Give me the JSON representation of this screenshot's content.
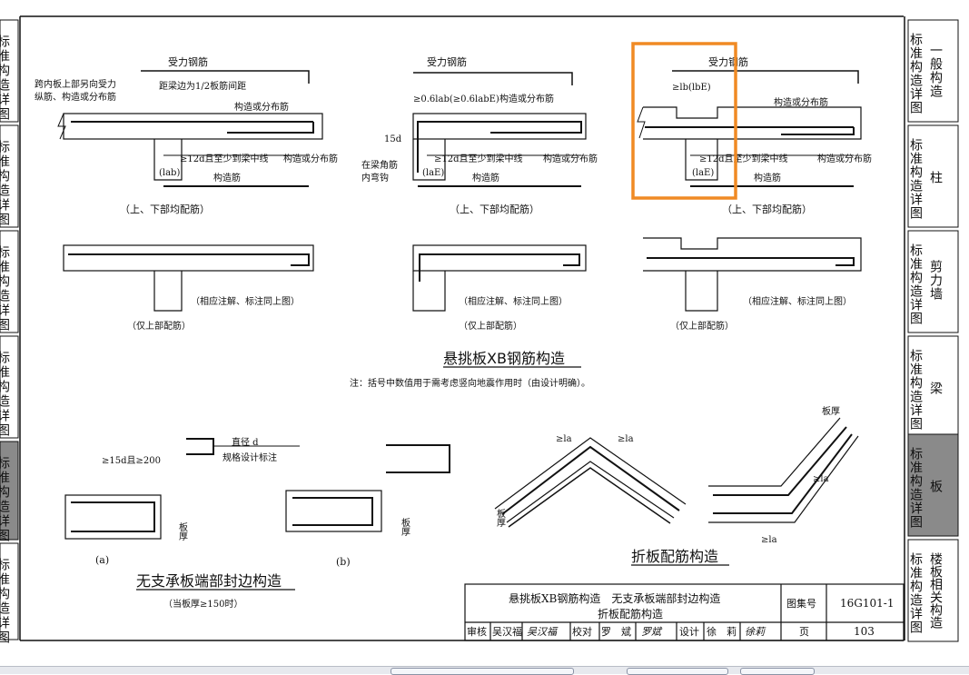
{
  "left_tabs": [
    "标准构造详图",
    "标准构造详图",
    "标准构造详图",
    "标准构造详图",
    "标准构造详图",
    "标准构造详图"
  ],
  "right_tabs": [
    {
      "vertical": "标准构造详图",
      "side": "一般构造"
    },
    {
      "vertical": "标准构造详图",
      "side": "柱"
    },
    {
      "vertical": "标准构造详图",
      "side": "剪力墙"
    },
    {
      "vertical": "标准构造详图",
      "side": "梁"
    },
    {
      "vertical": "标准构造详图",
      "side": "板"
    },
    {
      "vertical": "标准构造详图",
      "side": "楼板相关构造"
    }
  ],
  "labels": {
    "force_rebar": "受力钢筋",
    "span_note_1": "跨内板上部另向受力",
    "span_note_2": "纵筋、构造或分布筋",
    "spacing_note": "距梁边为1/2板筋间距",
    "dist_rebar": "构造或分布筋",
    "anchor_12d": "≥12d且至少到梁中线",
    "lab": "(lab)",
    "lab_e": "(laE)",
    "lb_e": "(lbE)",
    "construct_rebar": "构造筋",
    "top_bottom": "（上、下部均配筋）",
    "same_note": "（相应注解、标注同上图）",
    "top_only": "（仅上部配筋）",
    "corner_hook_1": "在梁角筋",
    "corner_hook_2": "内弯钩",
    "anchor_06": "≥0.6lab(≥0.6labE)",
    "d15": "15d",
    "lb": "≥lb(lbE)",
    "title_cantilever": "悬挑板XB钢筋构造",
    "note_cantilever": "注：括号中数值用于需考虑竖向地震作用时（由设计明确）。",
    "diameter_1": "直径 d",
    "diameter_2": "规格设计标注",
    "ge15d": "≥15d且≥200",
    "slab_thk": "板厚",
    "sub_a": "(a)",
    "sub_b": "(b)",
    "title_edge": "无支承板端部封边构造",
    "note_edge": "（当板厚≥150时）",
    "la": "≥la",
    "title_fold": "折板配筋构造"
  },
  "title_block": {
    "line1": "悬挑板XB钢筋构造　无支承板端部封边构造",
    "line2": "折板配筋构造",
    "atlas_label": "图集号",
    "atlas_no": "16G101-1",
    "review_label": "审核",
    "reviewer": "吴汉福",
    "review_sig": "吴汉福",
    "check_label": "校对",
    "checker": "罗　斌",
    "check_sig": "罗斌",
    "design_label": "设计",
    "designer": "徐　莉",
    "design_sig": "徐莉",
    "page_label": "页",
    "page_no": "103"
  },
  "colors": {
    "highlight": "#f08a24",
    "active_tab": "#8a8a8a",
    "line": "#111111"
  }
}
